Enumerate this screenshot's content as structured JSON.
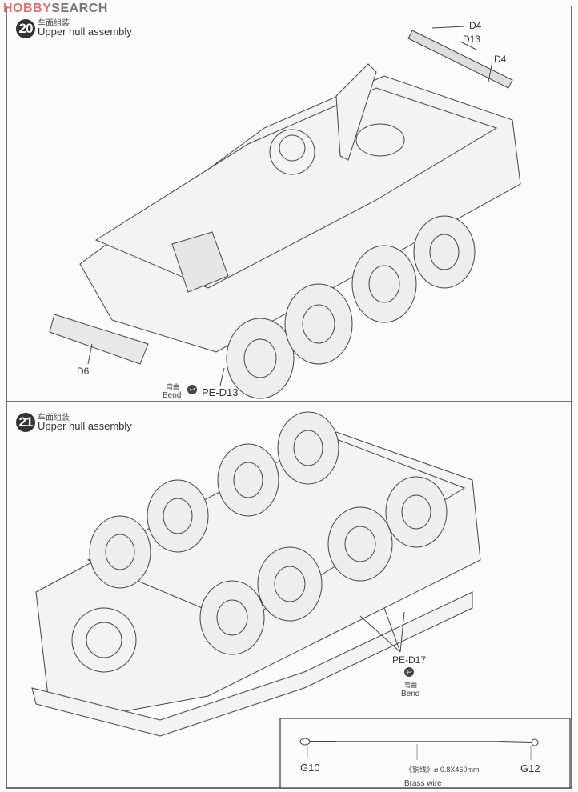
{
  "watermark": {
    "part1": "HOBBY",
    "part2": "SEARCH"
  },
  "steps": [
    {
      "number": "20",
      "title_cn": "车面组装",
      "title_en": "Upper hull assembly",
      "labels": {
        "d4_top": "D4",
        "d13": "D13",
        "d4_right": "D4",
        "d6": "D6",
        "bend_cn": "弯曲",
        "bend_en": "Bend",
        "pe": "PE-D13"
      }
    },
    {
      "number": "21",
      "title_cn": "车面组装",
      "title_en": "Upper hull assembly",
      "labels": {
        "pe": "PE-D17",
        "bend_cn": "弯曲",
        "bend_en": "Bend"
      }
    }
  ],
  "brass_wire": {
    "left_part": "G10",
    "right_part": "G12",
    "spec": "《铜线》⌀ 0.8X460mm",
    "name": "Brass wire"
  }
}
